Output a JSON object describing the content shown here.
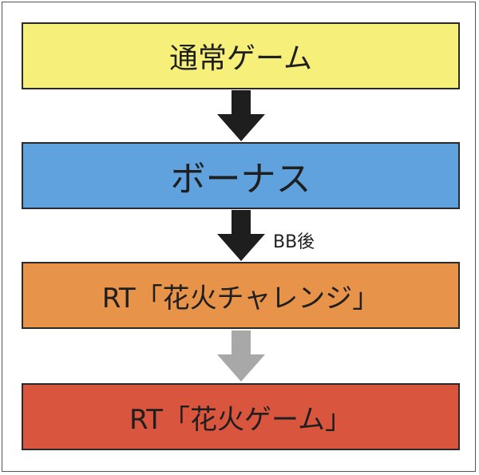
{
  "diagram": {
    "boxes": {
      "normal_game": {
        "label": "通常ゲーム",
        "color": "#f6f07a"
      },
      "bonus": {
        "label": "ボーナス",
        "color": "#5fa2dd"
      },
      "rt_challenge": {
        "label": "RT「花火チャレンジ」",
        "color": "#e8934a"
      },
      "rt_game": {
        "label": "RT「花火ゲーム」",
        "color": "#d9553e"
      }
    },
    "arrows": {
      "normal_to_bonus": {
        "color": "#1e1e1e"
      },
      "bonus_to_rt_challenge": {
        "label": "BB後",
        "color": "#1e1e1e"
      },
      "rt_challenge_to_rt_game": {
        "color": "#a8a8a8"
      }
    }
  }
}
